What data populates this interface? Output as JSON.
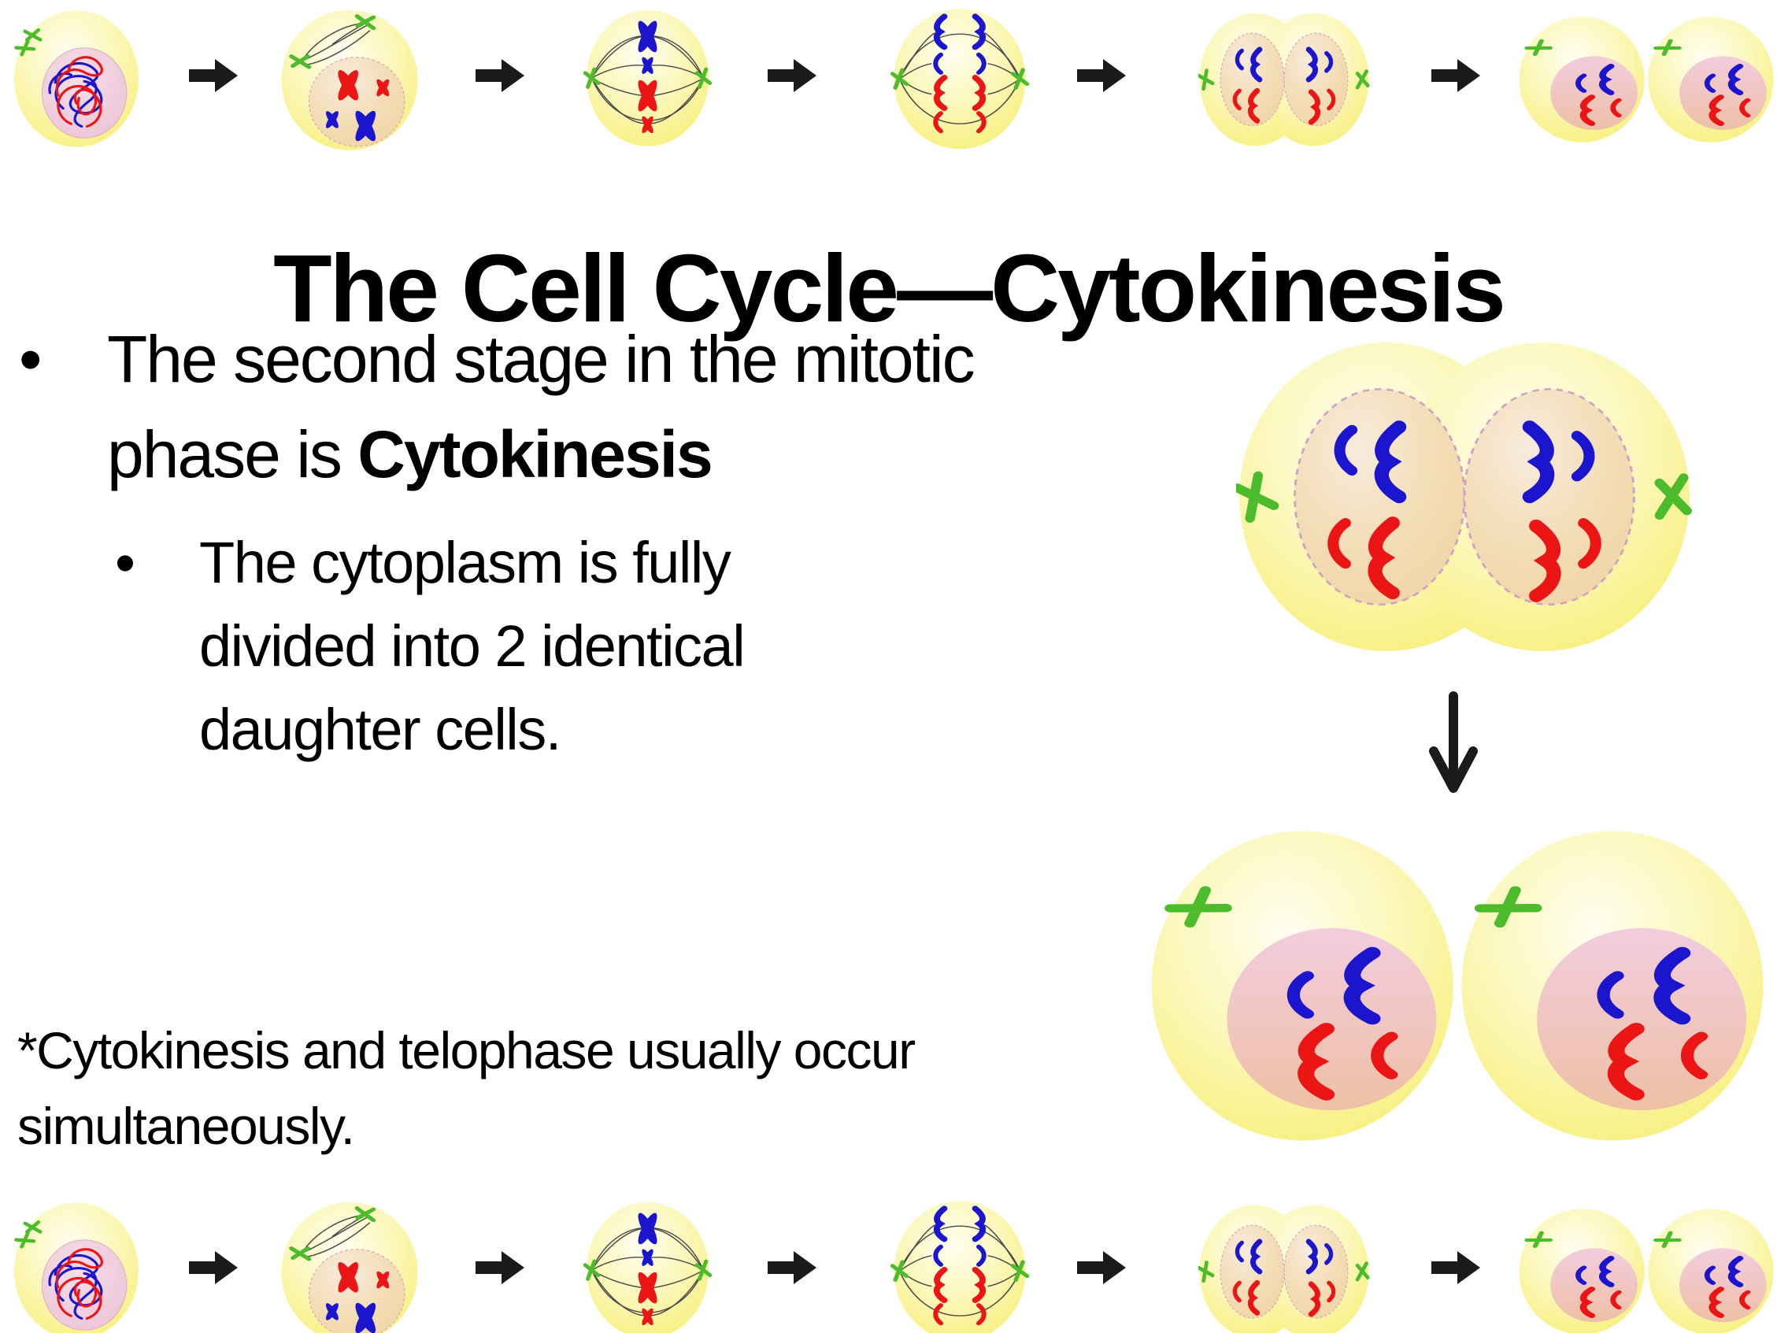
{
  "content": {
    "title": "The Cell Cycle—Cytokinesis",
    "bullet_glyph": "•",
    "main_bullet": {
      "prefix": "The second stage in the mitotic phase is ",
      "bold": "Cytokinesis"
    },
    "sub_bullet": "The cytoplasm is fully divided into 2 identical daughter cells.",
    "footnote": "*Cytokinesis and telophase usually occur simultaneously."
  },
  "diagram": {
    "top_row": {
      "stages": [
        "interphase",
        "prophase",
        "metaphase",
        "anaphase",
        "telophase",
        "daughter-cells"
      ]
    },
    "bottom_row": {
      "stages": [
        "interphase",
        "prophase",
        "metaphase",
        "anaphase",
        "telophase",
        "daughter-cells"
      ]
    },
    "right_panel": {
      "stages": [
        "telophase",
        "daughter-cells"
      ],
      "connector": "down-arrow"
    },
    "colors": {
      "cell_body_yellow": "#F7EF75",
      "nucleus_interphase_pink": "#ECC2D4",
      "nucleus_telophase_tan": "#F2DAB0",
      "nucleus_daughter_pink_tan": "#EFC2A6",
      "chromosome_red": "#EC1515",
      "chromosome_blue": "#1C15CE",
      "centriole_green": "#4CBB2C",
      "spindle_fiber": "#4A4A4A",
      "arrow_black": "#1B1B1B"
    }
  }
}
